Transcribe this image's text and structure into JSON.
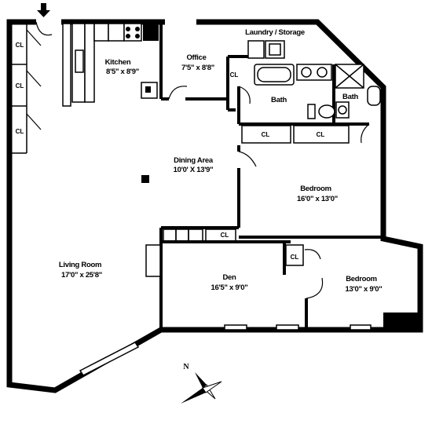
{
  "rooms": {
    "kitchen": {
      "name": "Kitchen",
      "dims": "8'5\" x 8'9\""
    },
    "office": {
      "name": "Office",
      "dims": "7'5\" x 8'8\""
    },
    "laundry": {
      "name": "Laundry / Storage"
    },
    "bath1": {
      "name": "Bath"
    },
    "bath2": {
      "name": "Bath"
    },
    "dining": {
      "name": "Dining Area",
      "dims": "10'0' X 13'9\""
    },
    "bedroom1": {
      "name": "Bedroom",
      "dims": "16'0\" x 13'0\""
    },
    "living": {
      "name": "Living Room",
      "dims": "17'0\" x 25'8\""
    },
    "den": {
      "name": "Den",
      "dims": "16'5\" x 9'0\""
    },
    "bedroom2": {
      "name": "Bedroom",
      "dims": "13'0\" x 9'0\""
    }
  },
  "closets": {
    "c1": "CL",
    "c2": "CL",
    "c3": "CL",
    "c4": "CL",
    "c5": "CL",
    "c6": "CL",
    "c7": "CL",
    "c8": "CL"
  },
  "compass": {
    "north_label": "N"
  }
}
